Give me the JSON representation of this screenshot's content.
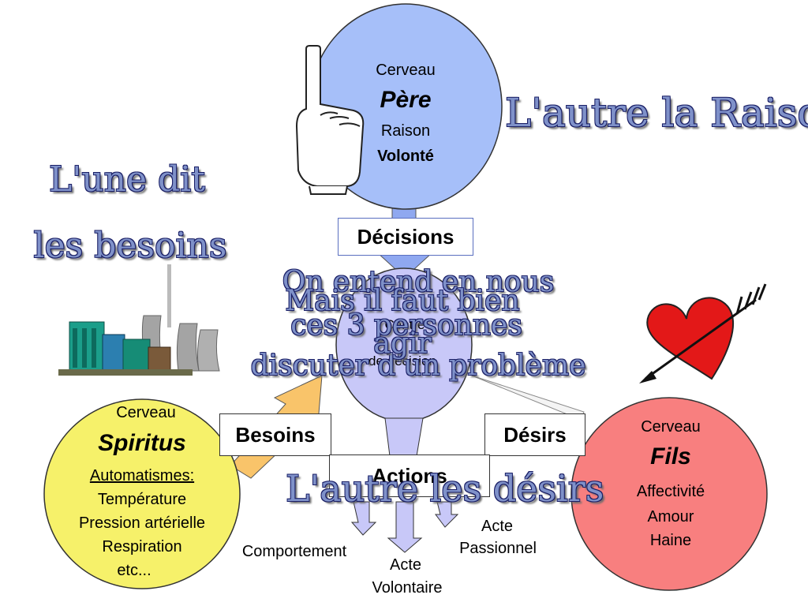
{
  "colors": {
    "pere": "#a6bff9",
    "center": "#c8c8f8",
    "spiritus": "#f6f16a",
    "fils": "#f87f7f",
    "arrow_blue": "#8fa8f0",
    "arrow_orange": "#f9c46a",
    "heart": "#e31818",
    "big_text": "#7f91c9"
  },
  "pere": {
    "l1": "Cerveau",
    "l2": "Père",
    "l3": "Raison",
    "l4": "Volonté"
  },
  "center": {
    "l1": "Centre",
    "l2": "de décision"
  },
  "spiritus": {
    "l1": "Cerveau",
    "l2": "Spiritus",
    "l3": "Automatismes:",
    "l4": "Température",
    "l5": "Pression artérielle",
    "l6": "Respiration",
    "l7": "etc..."
  },
  "fils": {
    "l1": "Cerveau",
    "l2": "Fils",
    "l3": "Affectivité",
    "l4": "Amour",
    "l5": "Haine"
  },
  "boxes": {
    "decisions": "Décisions",
    "besoins": "Besoins",
    "desirs": "Désirs",
    "actions": "Actions"
  },
  "outputs": {
    "comportement": "Comportement",
    "acte_vol_1": "Acte",
    "acte_vol_2": "Volontaire",
    "acte_pas_1": "Acte",
    "acte_pas_2": "Passionnel"
  },
  "overlay": {
    "une_1": "L'une dit",
    "une_2": "les besoins",
    "raison": "L'autre la Raison",
    "desirs": "L'autre les désirs",
    "entend_1": "On entend en nous",
    "entend_2": "ces 3 personnes",
    "entend_3": "discuter d'un problème",
    "faut_1": "Mais il faut bien",
    "faut_2": "agir"
  },
  "icons": [
    "pointing-hand-icon",
    "factory-icon",
    "heart-arrow-icon"
  ]
}
